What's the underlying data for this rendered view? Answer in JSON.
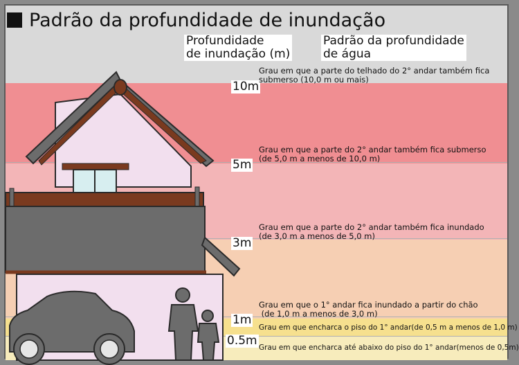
{
  "title": "Padrão da profundidade de inundação",
  "headers": {
    "depth": "Profundidade\nde inundação (m)",
    "pattern": "Padrão da profundidade\nde água"
  },
  "levels": [
    {
      "label": "10m",
      "color": "#d9d9d9",
      "description": "Grau em que a parte do telhado do 2° andar também fica\nsubmerso (10,0 m ou mais)"
    },
    {
      "label": "5m",
      "color": "#f08e92",
      "description": "Grau em que a parte do 2° andar também fica submerso\n(de 5,0 m a menos de 10,0 m)"
    },
    {
      "label": "3m",
      "color": "#f3b5b7",
      "description": "Grau em que a parte do 2° andar também fica inundado\n(de 3,0 m a menos de 5,0 m)"
    },
    {
      "label": "1m",
      "color": "#f6cfb3",
      "description": "Grau em que o 1° andar fica inundado a partir do chão\n (de 1,0 m a menos de 3,0 m)"
    },
    {
      "label": "0.5m",
      "color": "#f6e08e",
      "description": "Grau em que encharca o piso do 1° andar(de 0,5 m a menos de 1,0 m)"
    },
    {
      "label": "",
      "color": "#f7ecbc",
      "description": "Grau em que encharca até abaixo do piso do 1° andar(menos de 0,5m)"
    }
  ]
}
